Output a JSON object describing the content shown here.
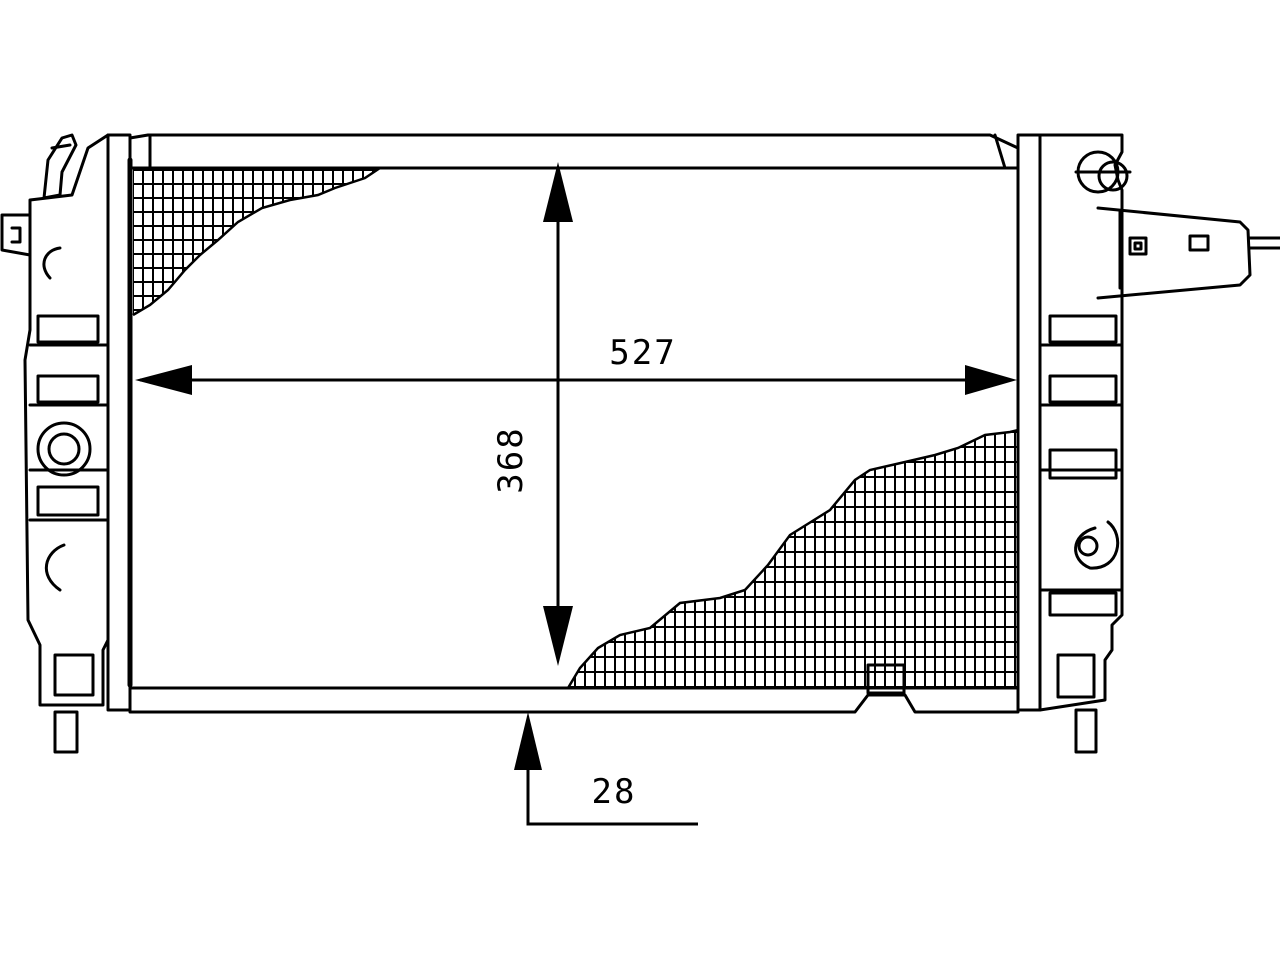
{
  "diagram": {
    "type": "radiator-technical-drawing",
    "stroke_color": "#000000",
    "background_color": "#ffffff",
    "dimensions": {
      "width": {
        "label": "527"
      },
      "height": {
        "label": "368"
      },
      "depth": {
        "label": "28"
      }
    }
  }
}
